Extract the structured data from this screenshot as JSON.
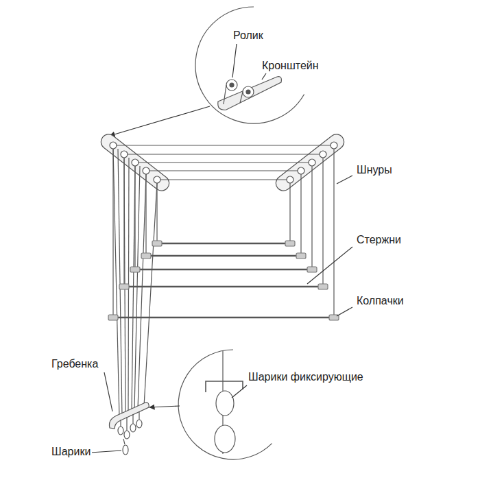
{
  "diagram": {
    "labels": [
      "Ролик",
      "Кронштейн",
      "Шнуры",
      "Стержни",
      "Колпачки",
      "Гребенка",
      "Шарики фиксирующие",
      "Шарики"
    ]
  }
}
